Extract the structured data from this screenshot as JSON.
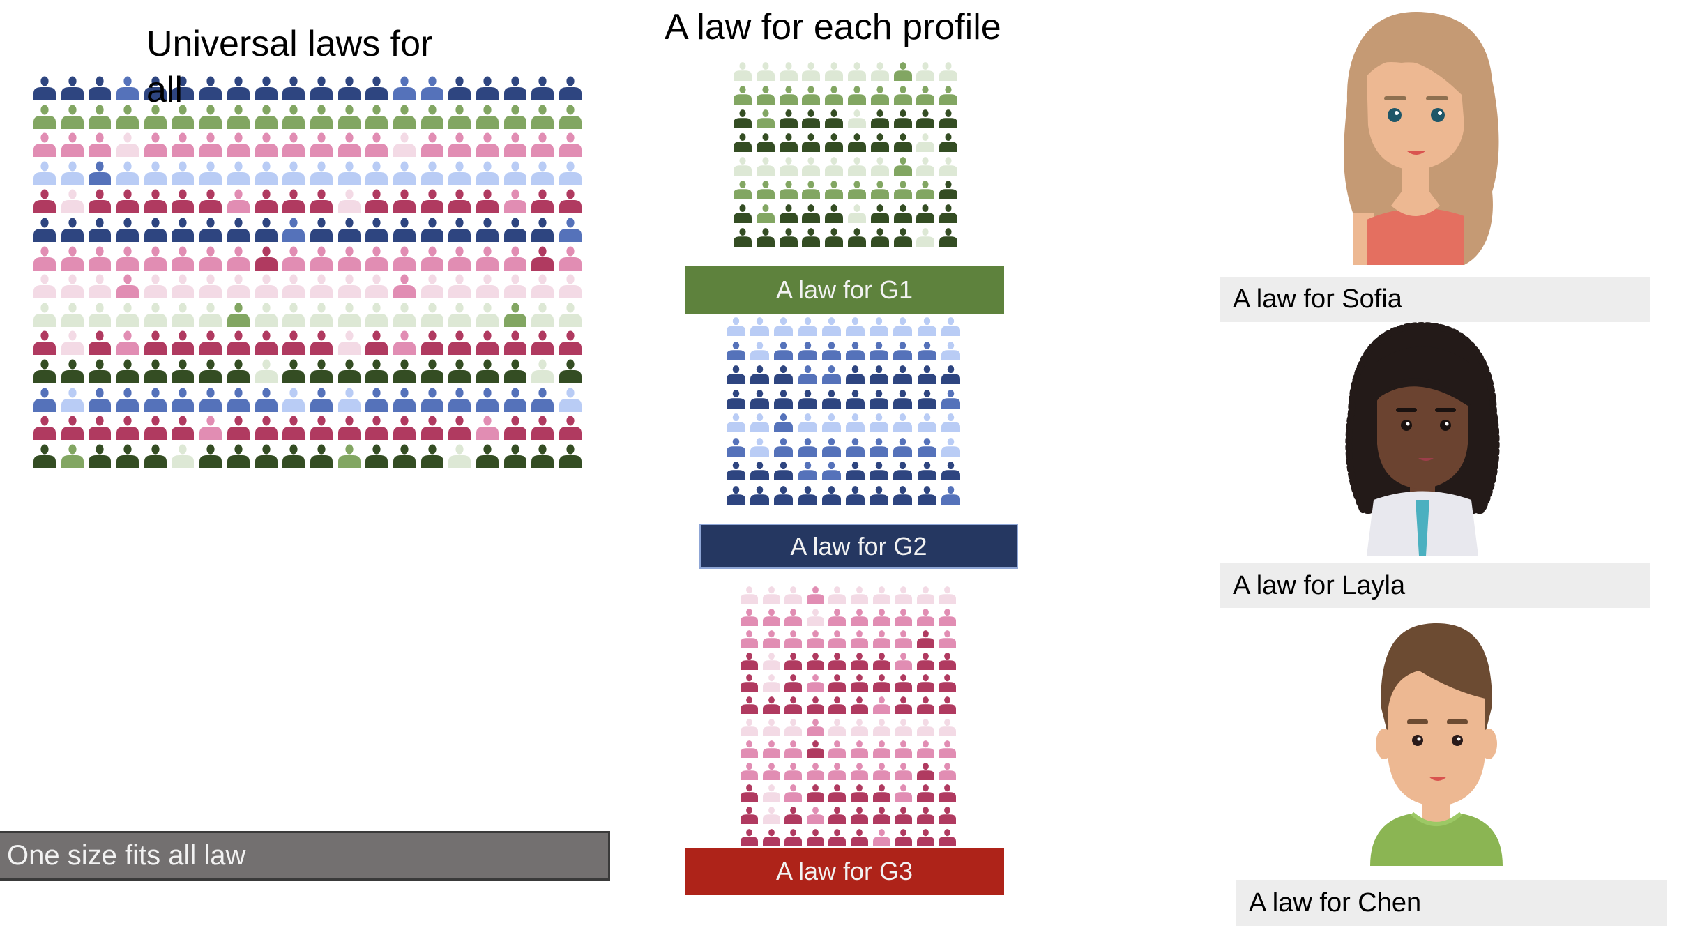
{
  "left_panel": {
    "title": "Universal laws for all",
    "bar_label": "One size fits all law",
    "bar_color": "#737070"
  },
  "middle_panel": {
    "title": "A law for each profile",
    "groups": [
      {
        "id": "g1",
        "label": "A law for G1",
        "bar_color": "#5E823D"
      },
      {
        "id": "g2",
        "label": "A law for G2",
        "bar_color": "#253761"
      },
      {
        "id": "g3",
        "label": "A law for G3",
        "bar_color": "#AE2319"
      }
    ]
  },
  "right_panel": {
    "profiles": [
      {
        "name": "Sofia",
        "label": "A law for Sofia",
        "icon": "woman-long-light-brown-hair-avatar-icon"
      },
      {
        "name": "Layla",
        "label": "A law for Layla",
        "icon": "woman-curly-black-hair-avatar-icon"
      },
      {
        "name": "Chen",
        "label": "A law for Chen",
        "icon": "man-short-brown-hair-avatar-icon"
      }
    ]
  },
  "palette": {
    "N": "#2E4580",
    "B": "#5572BA",
    "L": "#B9CCF5",
    "G": "#82A662",
    "D": "#344D23",
    "g": "#DDE8D5",
    "P": "#E18DB3",
    "p": "#F3DAE5",
    "R": "#B03A60"
  },
  "palette_legend": {
    "N": "navy person",
    "B": "medium blue person",
    "L": "light blue person",
    "G": "green person",
    "D": "dark green person",
    "g": "light green person",
    "P": "pink person",
    "p": "light pink person",
    "R": "crimson person"
  },
  "grids": {
    "universal": [
      "NNNBNNNNNNNNNBBNNNNN",
      "GGGGGGGGGGGGGGGGGGGG",
      "PPPpPPPPPPPPPpPPPPPP",
      "LLBLLLLLLLLLLLLLLLLL",
      "RpRRRRRPRRRpRRRRRPRR",
      "NNNNNNNNNBNNNNNNNNNB",
      "PPPPPPPPRPPPPPPPPPRP",
      "pppPpppppppppPpppppp",
      "gggggggGgggggggggGgg",
      "RpRPRRRRRRRpRPRRRRRR",
      "DDDDDDDDgDDDDDDDDDgD",
      "BLBBBBBBBLBLBBBBBBBL",
      "RRRRRRPRRRRRRRRRPRRR",
      "DGDDDgDDDDDGDDDgDDDD"
    ],
    "g1": [
      "gggggggGgg",
      "GGGGGGGGGG",
      "DGDDDgDDDD",
      "DDDDDDDDgD",
      "gggggggGgg",
      "GGGGGGGGGD",
      "DGDDDgDDDD",
      "DDDDDDDDgD"
    ],
    "g2": [
      "LLLLLLLLLL",
      "BLBBBBBBBL",
      "NNNBBNNNNN",
      "NNNNNNNNNB",
      "LLBLLLLLLL",
      "BLBBBBBBBL",
      "NNNBBNNNNN",
      "NNNNNNNNNB"
    ],
    "g3": [
      "pppPpppppp",
      "PPPpPPPPPP",
      "PPPPPPPPRP",
      "RpRRRRRPRR",
      "RpRPRRRRRR",
      "RRRRRRPRRR",
      "pppPpppppp",
      "PPPRPPPPPP",
      "PPPPPPPPRP",
      "RpPRRRRPRR",
      "RpRPRRRRRR",
      "RRRRRRPRRR"
    ]
  }
}
